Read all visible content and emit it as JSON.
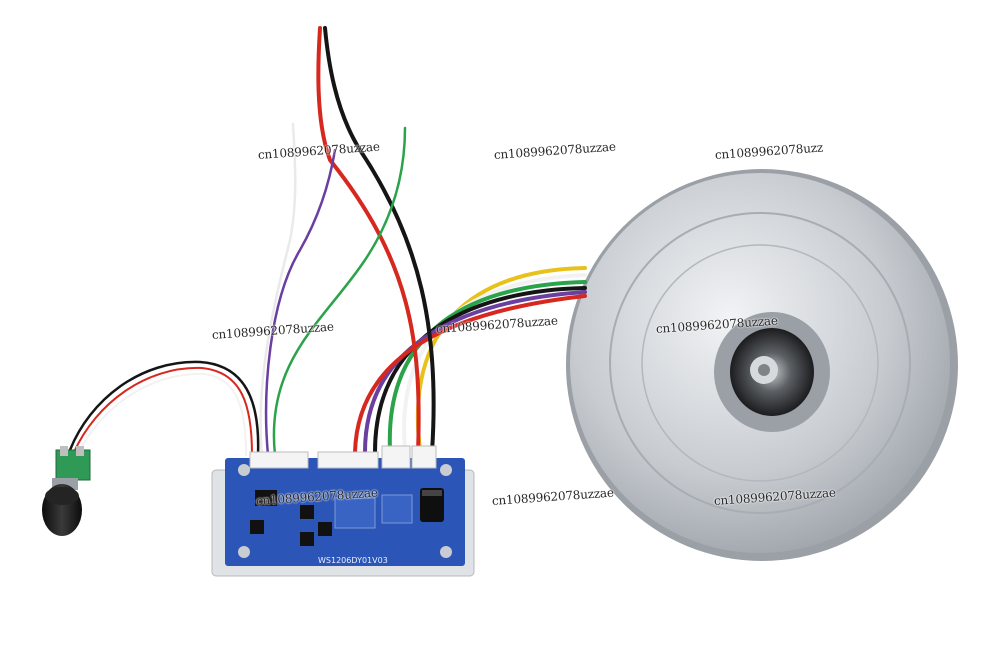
{
  "watermarks": [
    "cn1089962078uzzae",
    "cn1089962078uzzae",
    "cn1089962078uzz",
    "cn1089962078uzzae",
    "cn1089962078uzzae",
    "cn1089962078uzzae",
    "cn1089962078uzzae",
    "cn1089962078uzzae",
    "cn1089962078uzzae"
  ],
  "board": {
    "silkscreen": "WS1206DY01V03"
  },
  "colors": {
    "background": "#ffffff",
    "pcb": "#2b56b8",
    "motor": "#c9cdd2",
    "wire_red": "#d6281f",
    "wire_black": "#151515",
    "wire_green": "#2aa34a",
    "wire_purple": "#6a3fa0",
    "wire_yellow": "#e8c21a",
    "wire_white": "#f2f2f2"
  },
  "objects": [
    "speed-potentiometer",
    "driver-board",
    "brushless-motor"
  ]
}
